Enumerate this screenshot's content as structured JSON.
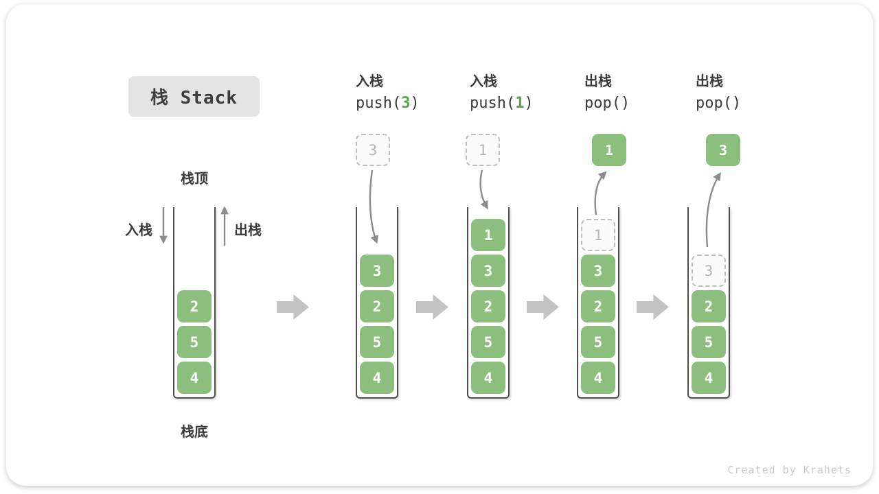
{
  "title": "栈 Stack",
  "footer": "Created by Krahets",
  "colors": {
    "element_green": "#8cbe7d",
    "code_arg_green": "#5ea052",
    "arrow_gray": "#8c8c8c",
    "block_arrow_gray": "#c3c3c3",
    "title_bg": "#e4e4e4"
  },
  "legend": {
    "stack_top": "栈顶",
    "stack_bottom": "栈底",
    "push_label": "入栈",
    "pop_label": "出栈"
  },
  "initial_stack": {
    "elements": [
      "2",
      "5",
      "4"
    ]
  },
  "steps": [
    {
      "op_label": "入栈",
      "code": {
        "fn": "push(",
        "arg": "3",
        "close": ")"
      },
      "floating_value": "3",
      "floating_style": "dashed",
      "stack": [
        "3",
        "2",
        "5",
        "4"
      ]
    },
    {
      "op_label": "入栈",
      "code": {
        "fn": "push(",
        "arg": "1",
        "close": ")"
      },
      "floating_value": "1",
      "floating_style": "dashed",
      "stack": [
        "1",
        "3",
        "2",
        "5",
        "4"
      ]
    },
    {
      "op_label": "出栈",
      "code": {
        "fn": "pop(",
        "arg": "",
        "close": ")"
      },
      "floating_value": "1",
      "floating_style": "solid",
      "stack_ghost": "1",
      "stack": [
        "3",
        "2",
        "5",
        "4"
      ]
    },
    {
      "op_label": "出栈",
      "code": {
        "fn": "pop(",
        "arg": "",
        "close": ")"
      },
      "floating_value": "3",
      "floating_style": "solid",
      "stack_ghost": "3",
      "stack": [
        "2",
        "5",
        "4"
      ]
    }
  ]
}
